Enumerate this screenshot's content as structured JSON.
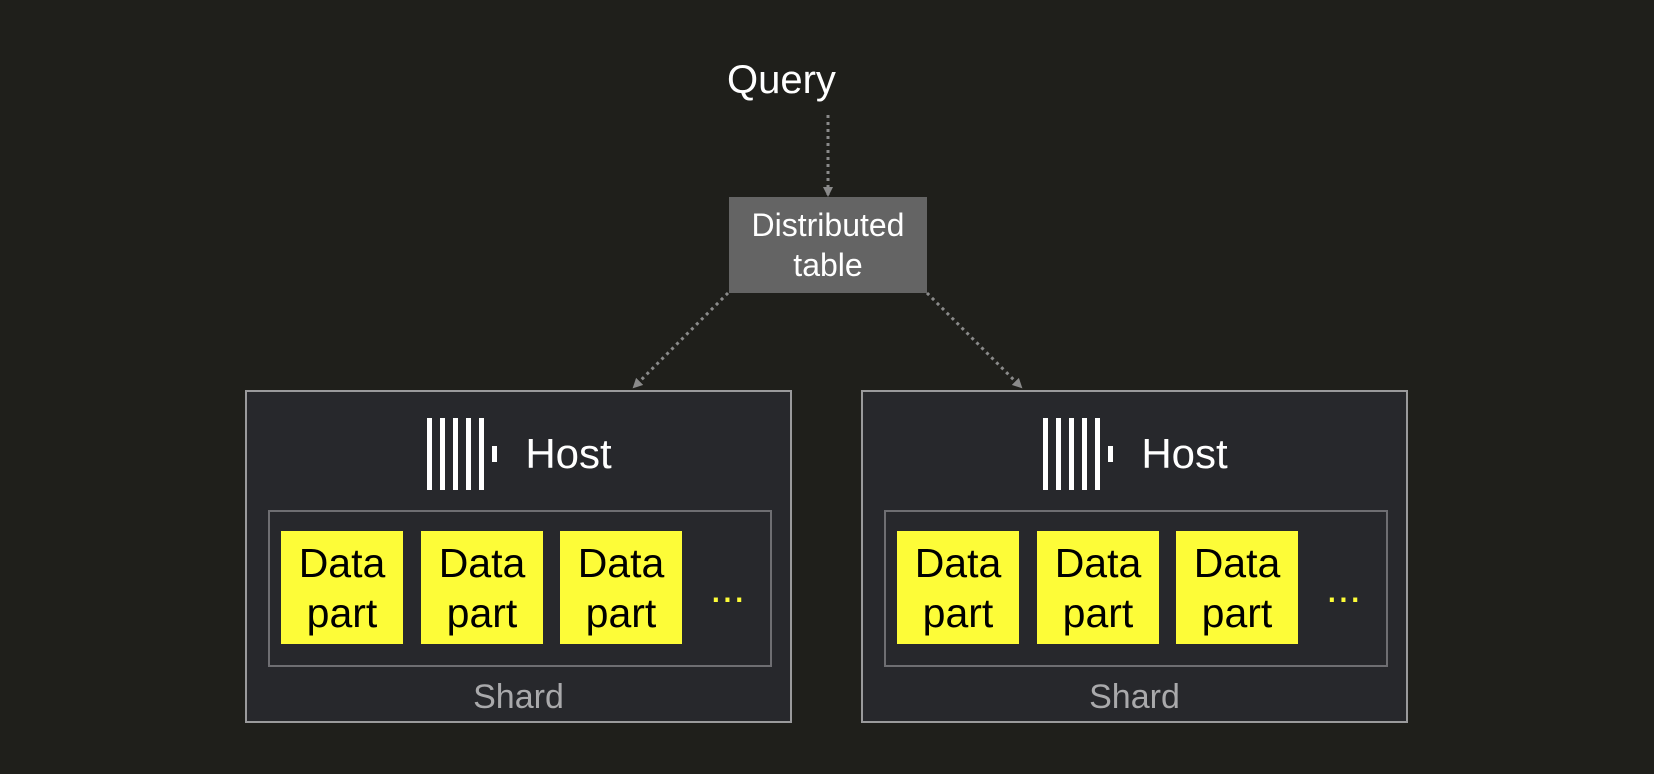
{
  "query": {
    "label": "Query"
  },
  "distributed_table": {
    "line1": "Distributed",
    "line2": "table"
  },
  "hosts": [
    {
      "label": "Host",
      "parts": [
        {
          "line1": "Data",
          "line2": "part"
        },
        {
          "line1": "Data",
          "line2": "part"
        },
        {
          "line1": "Data",
          "line2": "part"
        }
      ],
      "ellipsis": "...",
      "shard_label": "Shard"
    },
    {
      "label": "Host",
      "parts": [
        {
          "line1": "Data",
          "line2": "part"
        },
        {
          "line1": "Data",
          "line2": "part"
        },
        {
          "line1": "Data",
          "line2": "part"
        }
      ],
      "ellipsis": "...",
      "shard_label": "Shard"
    }
  ],
  "colors": {
    "background": "#1f1f1b",
    "distributed_table": "#646464",
    "host_box": "#27282c",
    "host_border": "#9a9a9c",
    "data_part": "#fdfc38",
    "connector": "#8a8a8a",
    "shard_label": "#a9a9ab"
  },
  "icons": {
    "host_logo": "clickhouse-logo-icon"
  }
}
